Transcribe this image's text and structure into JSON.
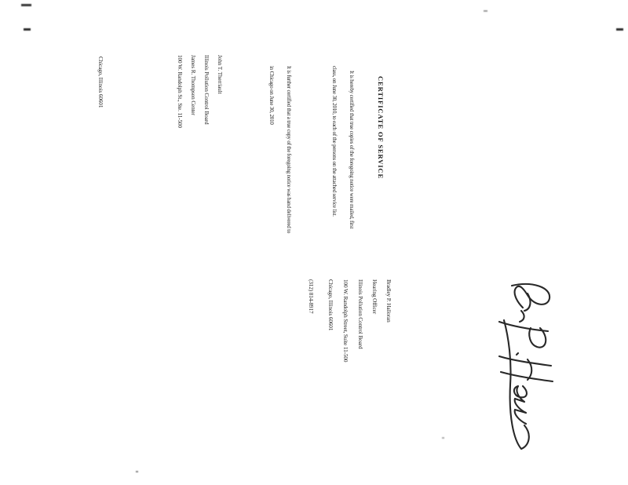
{
  "document": {
    "title": "CERTIFICATE OF SERVICE",
    "para1_line1": "It is hereby certified that true copies of the foregoing notice were mailed, first",
    "para1_line2": "class, on June 30, 2010, to each of the persons on the attached service list.",
    "para2_line1": "It is further certified that a true copy of the foregoing notice was hand delivered to",
    "para2_line2": "in Chicago on June 30, 2010",
    "recipient": [
      "John T. Therriault",
      "Illinois Pollution Control Board",
      "James R. Thompson Center",
      "100 W. Randolph St., Ste. 11-500",
      "Chicago, Illinois 60601"
    ],
    "signer": {
      "name": "Bradley P. Halloran",
      "role": "Hearing Officer",
      "organization": "Illinois Pollution Control Board",
      "address1": "100 W. Randolph Street, Suite 11-500",
      "address2": "Chicago, Illinois 60601",
      "phone": "(312) 814-8917"
    }
  }
}
